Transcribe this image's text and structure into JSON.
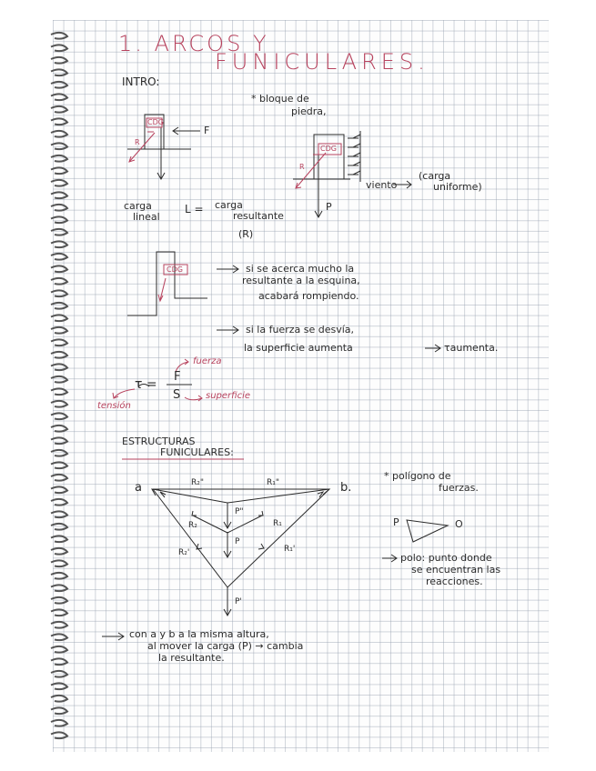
{
  "title_line1": "1. ARCOS Y",
  "title_line2": "FUNICULARES.",
  "intro": {
    "heading": "INTRO:",
    "note_line1": "* bloque de",
    "note_line2": "piedra,",
    "cdg_label": "CDG",
    "force_label": "F",
    "r_label": "R",
    "p_label": "P",
    "wind_label": "viento",
    "carga_note_line1": "(carga",
    "carga_note_line2": "uniforme)",
    "formula_left_line1": "carga",
    "formula_left_line2": "lineal",
    "formula_mid": "L =",
    "formula_right_line1": "carga",
    "formula_right_line2": "resultante",
    "formula_r": "(R)"
  },
  "corner": {
    "cdg_label": "CDG",
    "note_line1": "si se acerca mucho la",
    "note_line2": "resultante a la esquina,",
    "note_line3": "acabará rompiendo."
  },
  "stress": {
    "note_line1": "si la fuerza se desvía,",
    "note_line2": "la superficie aumenta",
    "note_line2_end": "τaumenta.",
    "fuerza_label": "fuerza",
    "tau_eq": "τ =",
    "numerator": "F",
    "denominator": "S",
    "superficie_label": "superficie",
    "tension_label": "tensión"
  },
  "funicular": {
    "heading_line1": "ESTRUCTURAS",
    "heading_line2": "FUNICULARES:",
    "a_label": "a",
    "b_label": "b.",
    "r2pp": "R₂\"",
    "r1pp": "R₁\"",
    "ppp": "P\"",
    "r2": "R₂",
    "r1": "R₁",
    "p": "P",
    "r2p": "R₂'",
    "r1p": "R₁'",
    "pp": "P'",
    "polygon_line1": "* polígono de",
    "polygon_line2": "fuerzas.",
    "poly_p": "P",
    "poly_o": "O",
    "polo_line1": "polo: punto donde",
    "polo_line2": "se encuentran las",
    "polo_line3": "reacciones.",
    "bottom_line1": "con a y b a la misma altura,",
    "bottom_line2": "al mover la carga (P) → cambia",
    "bottom_line3": "la resultante."
  },
  "colors": {
    "ink": "#2b2b2b",
    "accent": "#b7435e",
    "grid": "#a0a8b4"
  }
}
